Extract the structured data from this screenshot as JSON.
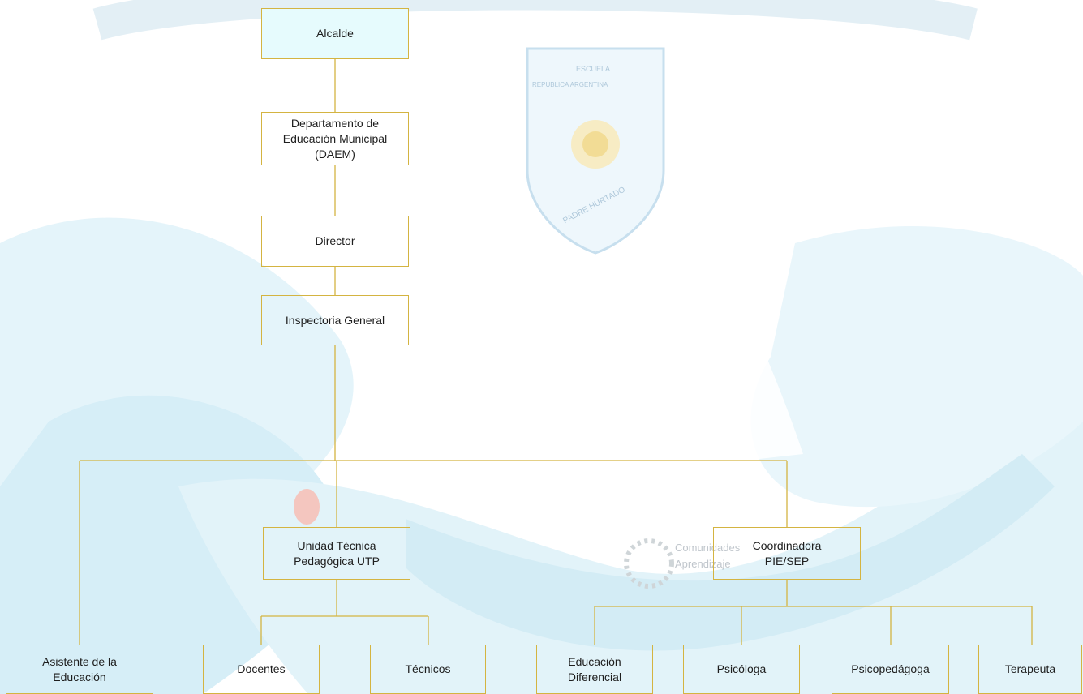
{
  "org_chart": {
    "nodes": {
      "alcalde": "Alcalde",
      "daem": "Departamento de\nEducación Municipal\n(DAEM)",
      "director": "Director",
      "inspectoria": "Inspectoria General",
      "utp": "Unidad Técnica\nPedagógica UTP",
      "coordinadora": "Coordinadora\nPIE/SEP",
      "asistente": "Asistente de la\nEducación",
      "docentes": "Docentes",
      "tecnicos": "Técnicos",
      "educacion_diferencial": "Educación\nDiferencial",
      "psicologa": "Psicóloga",
      "psicopedagoga": "Psicopedágoga",
      "terapeuta": "Terapeuta"
    }
  },
  "watermark": {
    "badge_line1": "ESCUELA",
    "badge_line2": "REPUBLICA ARGENTINA",
    "badge_line3": "PADRE HURTADO",
    "logo_line1": "Comunidades",
    "logo_line2": "Aprendizaje"
  },
  "colors": {
    "node_border": "#d4b441",
    "connector": "#d4b441",
    "node_fill": "#e6fbfd",
    "watermark_wave": "#dff3fa"
  }
}
